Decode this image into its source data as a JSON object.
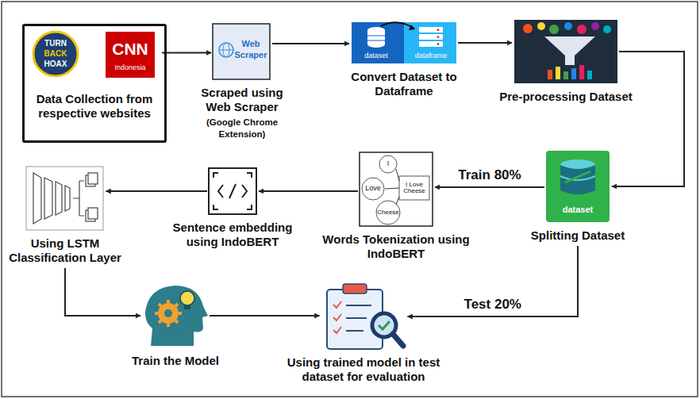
{
  "diagram": {
    "nodes": [
      {
        "text": [
          "Data Collection from respective websites"
        ]
      },
      {
        "text": [
          "Scraped using Web Scraper",
          "(Google Chrome Extension)"
        ]
      },
      {
        "text": [
          "Convert Dataset to Dataframe"
        ]
      },
      {
        "text": [
          "Pre-processing Dataset"
        ]
      },
      {
        "text": [
          "Splitting Dataset"
        ]
      },
      {
        "text": [
          "Words Tokenization using IndoBERT"
        ]
      },
      {
        "text": [
          "Sentence embedding using IndoBERT"
        ]
      },
      {
        "text": [
          "Using LSTM Classification Layer"
        ]
      },
      {
        "text": [
          "Train the Model"
        ]
      },
      {
        "text": [
          "Using trained model in test dataset for evaluation"
        ]
      }
    ],
    "edges": [
      {
        "from": 0,
        "to": 1,
        "arrow": "to"
      },
      {
        "from": 1,
        "to": 2,
        "arrow": "to"
      },
      {
        "from": 2,
        "to": 3,
        "arrow": "to"
      },
      {
        "from": 3,
        "to": 4,
        "arrow": "to"
      },
      {
        "from": 4,
        "to": 5,
        "label": "Train 80%",
        "arrow": "to"
      },
      {
        "from": 5,
        "to": 6,
        "arrow": "to"
      },
      {
        "from": 6,
        "to": 7,
        "arrow": "to"
      },
      {
        "from": 7,
        "to": 8,
        "arrow": "to"
      },
      {
        "from": 8,
        "to": 9,
        "arrow": "to"
      },
      {
        "from": 4,
        "to": 9,
        "label": "Test 20%",
        "arrow": "to"
      }
    ],
    "labels": [
      "TURN",
      "BACK",
      "HOAX",
      "CNN",
      "Indonesia",
      "Web",
      "Scraper",
      "dataset",
      "dataframe",
      "I",
      "Love",
      "Cheese",
      "I Love Cheese",
      "dataset"
    ]
  }
}
